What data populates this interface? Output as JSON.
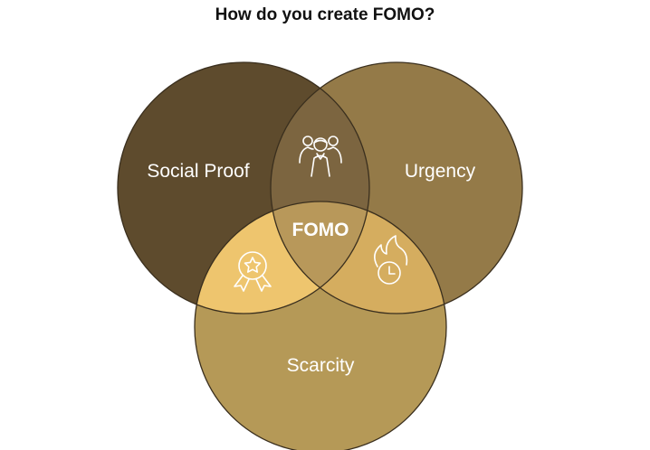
{
  "title": "How do you create FOMO?",
  "circles": {
    "social_proof": {
      "label": "Social Proof",
      "color": "#5e4b2d"
    },
    "urgency": {
      "label": "Urgency",
      "color": "#947a48"
    },
    "scarcity": {
      "label": "Scarcity",
      "color": "#b59957"
    }
  },
  "center": {
    "label": "FOMO",
    "color": "#b8985a"
  },
  "intersections": {
    "social_proof_urgency": {
      "icon": "people-group-icon",
      "color": "#7c6540"
    },
    "social_proof_scarcity": {
      "icon": "award-star-icon",
      "color": "#eec56e"
    },
    "urgency_scarcity": {
      "icon": "fire-clock-icon",
      "color": "#d5ad5f"
    }
  }
}
